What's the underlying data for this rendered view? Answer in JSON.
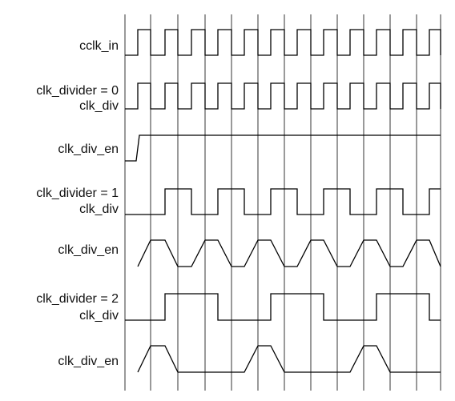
{
  "diagram": {
    "rows": [
      {
        "lines": [
          "cclk_in"
        ]
      },
      {
        "lines": [
          "clk_divider = 0",
          "clk_div"
        ]
      },
      {
        "lines": [
          "clk_div_en"
        ]
      },
      {
        "lines": [
          "clk_divider = 1",
          "clk_div"
        ]
      },
      {
        "lines": [
          "clk_div_en"
        ]
      },
      {
        "lines": [
          "clk_divider = 2",
          "clk_div"
        ]
      },
      {
        "lines": [
          "clk_div_en"
        ]
      }
    ]
  },
  "style": {
    "line_color": "#000000",
    "gridline_color": "#000000"
  }
}
